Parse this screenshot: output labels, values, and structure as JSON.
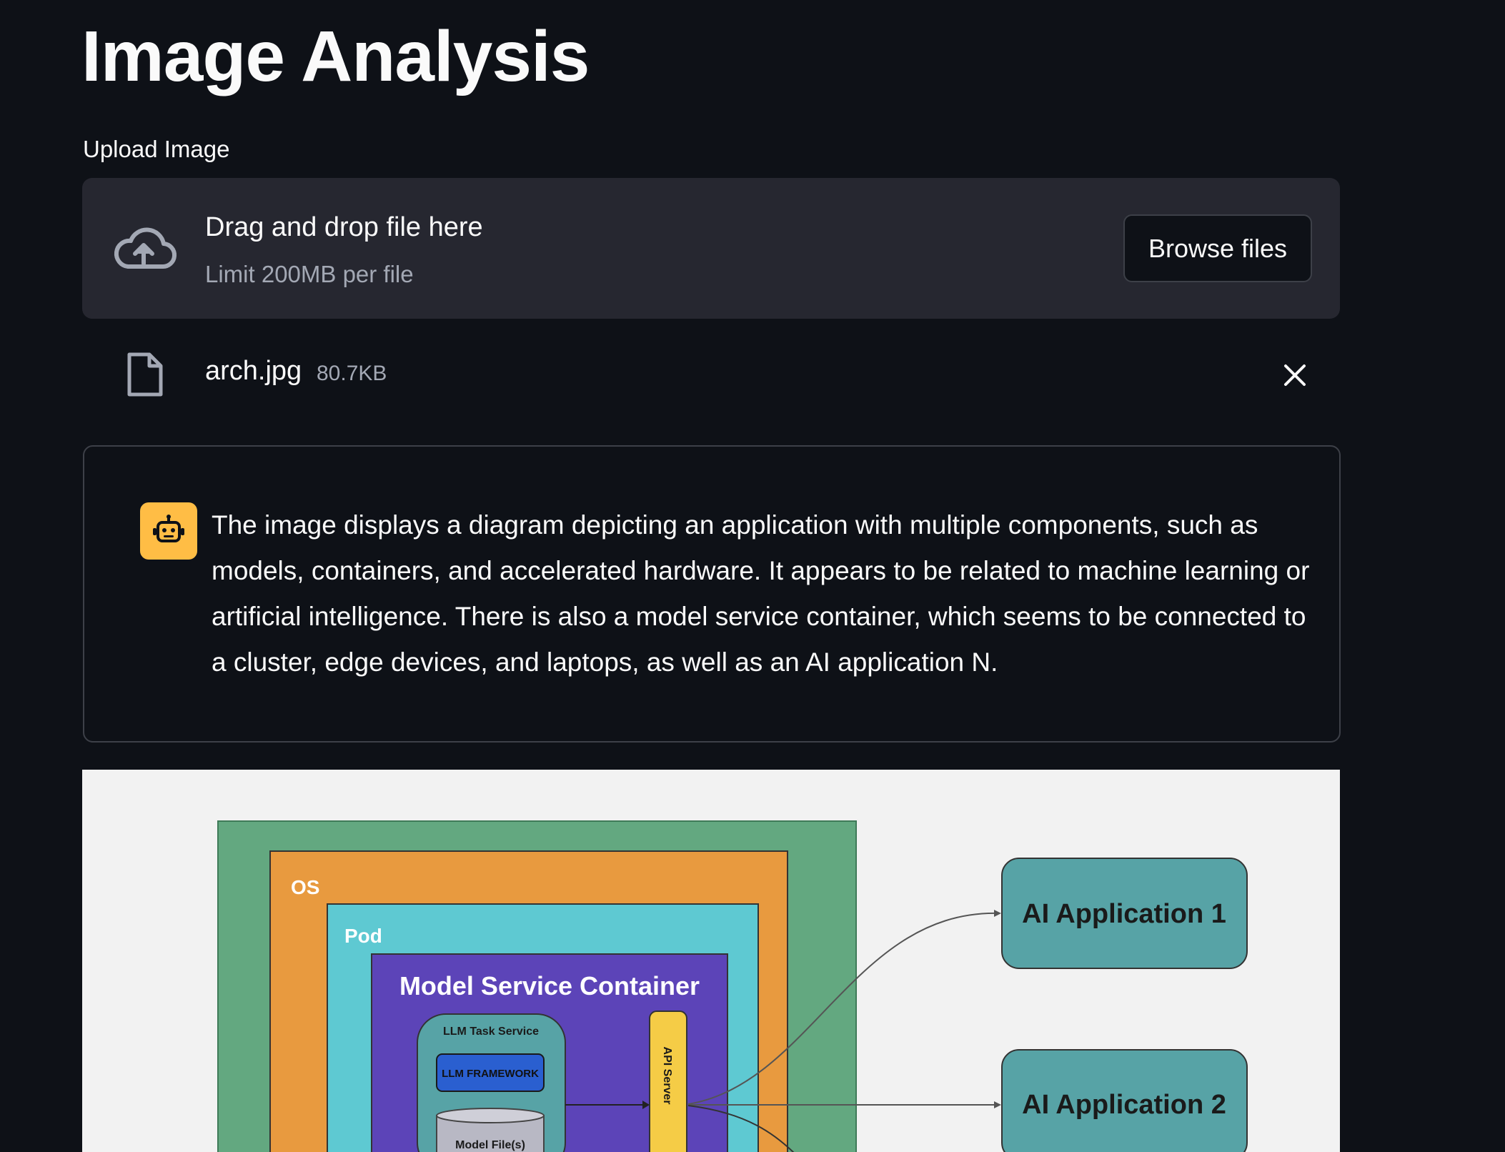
{
  "page": {
    "title": "Image Analysis"
  },
  "uploader": {
    "label": "Upload Image",
    "dropzone_text": "Drag and drop file here",
    "limit_text": "Limit 200MB per file",
    "browse_label": "Browse files",
    "icons": {
      "upload": "cloud-upload-icon",
      "file": "file-icon",
      "remove": "close-icon"
    }
  },
  "uploaded_file": {
    "name": "arch.jpg",
    "size": "80.7KB"
  },
  "assistant": {
    "avatar_icon": "robot-icon",
    "avatar_color": "#ffbd45",
    "message": "The image displays a diagram depicting an application with multiple components, such as models, containers, and accelerated hardware. It appears to be related to machine learning or artificial intelligence. There is also a model service container, which seems to be connected to a cluster, edge devices, and laptops, as well as an AI application N."
  },
  "diagram": {
    "os_label": "OS",
    "pod_label": "Pod",
    "container_title": "Model Service Container",
    "llm_task_service": "LLM Task Service",
    "llm_framework": "LLM FRAMEWORK",
    "model_files": "Model File(s)",
    "api_server": "API Server",
    "app1": "AI Application 1",
    "app2": "AI Application 2",
    "colors": {
      "outer": "#63a880",
      "os": "#e89a3f",
      "pod": "#5ec9d2",
      "container": "#5c44b8",
      "app_box": "#57a3a6",
      "api": "#f5cc46",
      "framework": "#2a5fd0"
    }
  }
}
